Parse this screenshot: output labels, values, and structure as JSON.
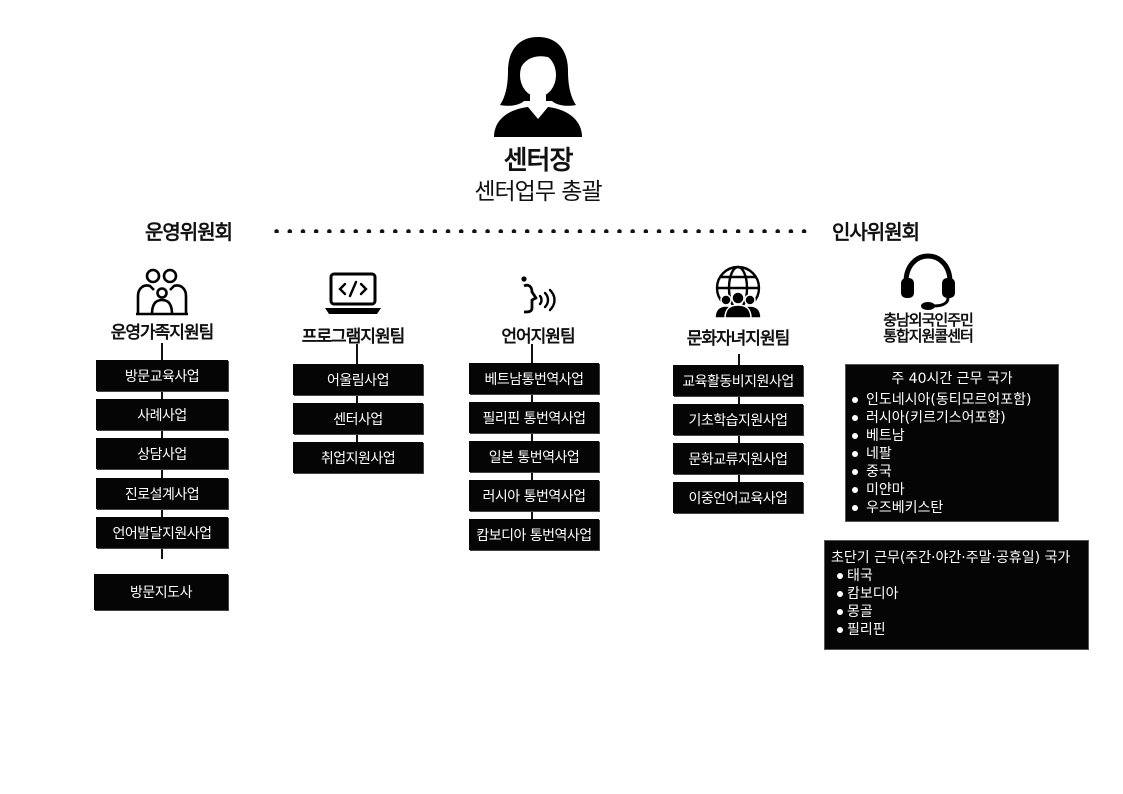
{
  "director": {
    "icon": "female-person-icon",
    "title": "센터장",
    "role": "센터업무 총괄"
  },
  "committees": {
    "left": "운영위원회",
    "right": "인사위원회"
  },
  "teams": [
    {
      "name": "운영가족지원팀",
      "icon": "family-icon",
      "items": [
        "방문교육사업",
        "사례사업",
        "상담사업",
        "진로설계사업",
        "언어발달지원사업"
      ],
      "extra": "방문지도사"
    },
    {
      "name": "프로그램지원팀",
      "icon": "laptop-code-icon",
      "items": [
        "어울림사업",
        "센터사업",
        "취업지원사업"
      ]
    },
    {
      "name": "언어지원팀",
      "icon": "speaking-head-icon",
      "items": [
        "베트남통번역사업",
        "필리핀 통번역사업",
        "일본 통번역사업",
        "러시아 통번역사업",
        "캄보디아 통번역사업"
      ]
    },
    {
      "name": "문화자녀지원팀",
      "icon": "globe-people-icon",
      "items": [
        "교육활동비지원사업",
        "기초학습지원사업",
        "문화교류지원사업",
        "이중언어교육사업"
      ]
    }
  ],
  "callcenter": {
    "icon": "headset-icon",
    "name_line1": "충남외국인주민",
    "name_line2": "통합지원콜센터",
    "fulltime": {
      "heading": "주 40시간 근무 국가",
      "countries": [
        "인도네시아(동티모르어포함)",
        "러시아(키르기스어포함)",
        "베트남",
        "네팔",
        "중국",
        "미얀마",
        "우즈베키스탄"
      ]
    },
    "shortterm": {
      "heading": "초단기 근무(주간·야간·주말·공휴일) 국가",
      "countries": [
        "태국",
        "캄보디아",
        "몽골",
        "필리핀"
      ]
    }
  }
}
